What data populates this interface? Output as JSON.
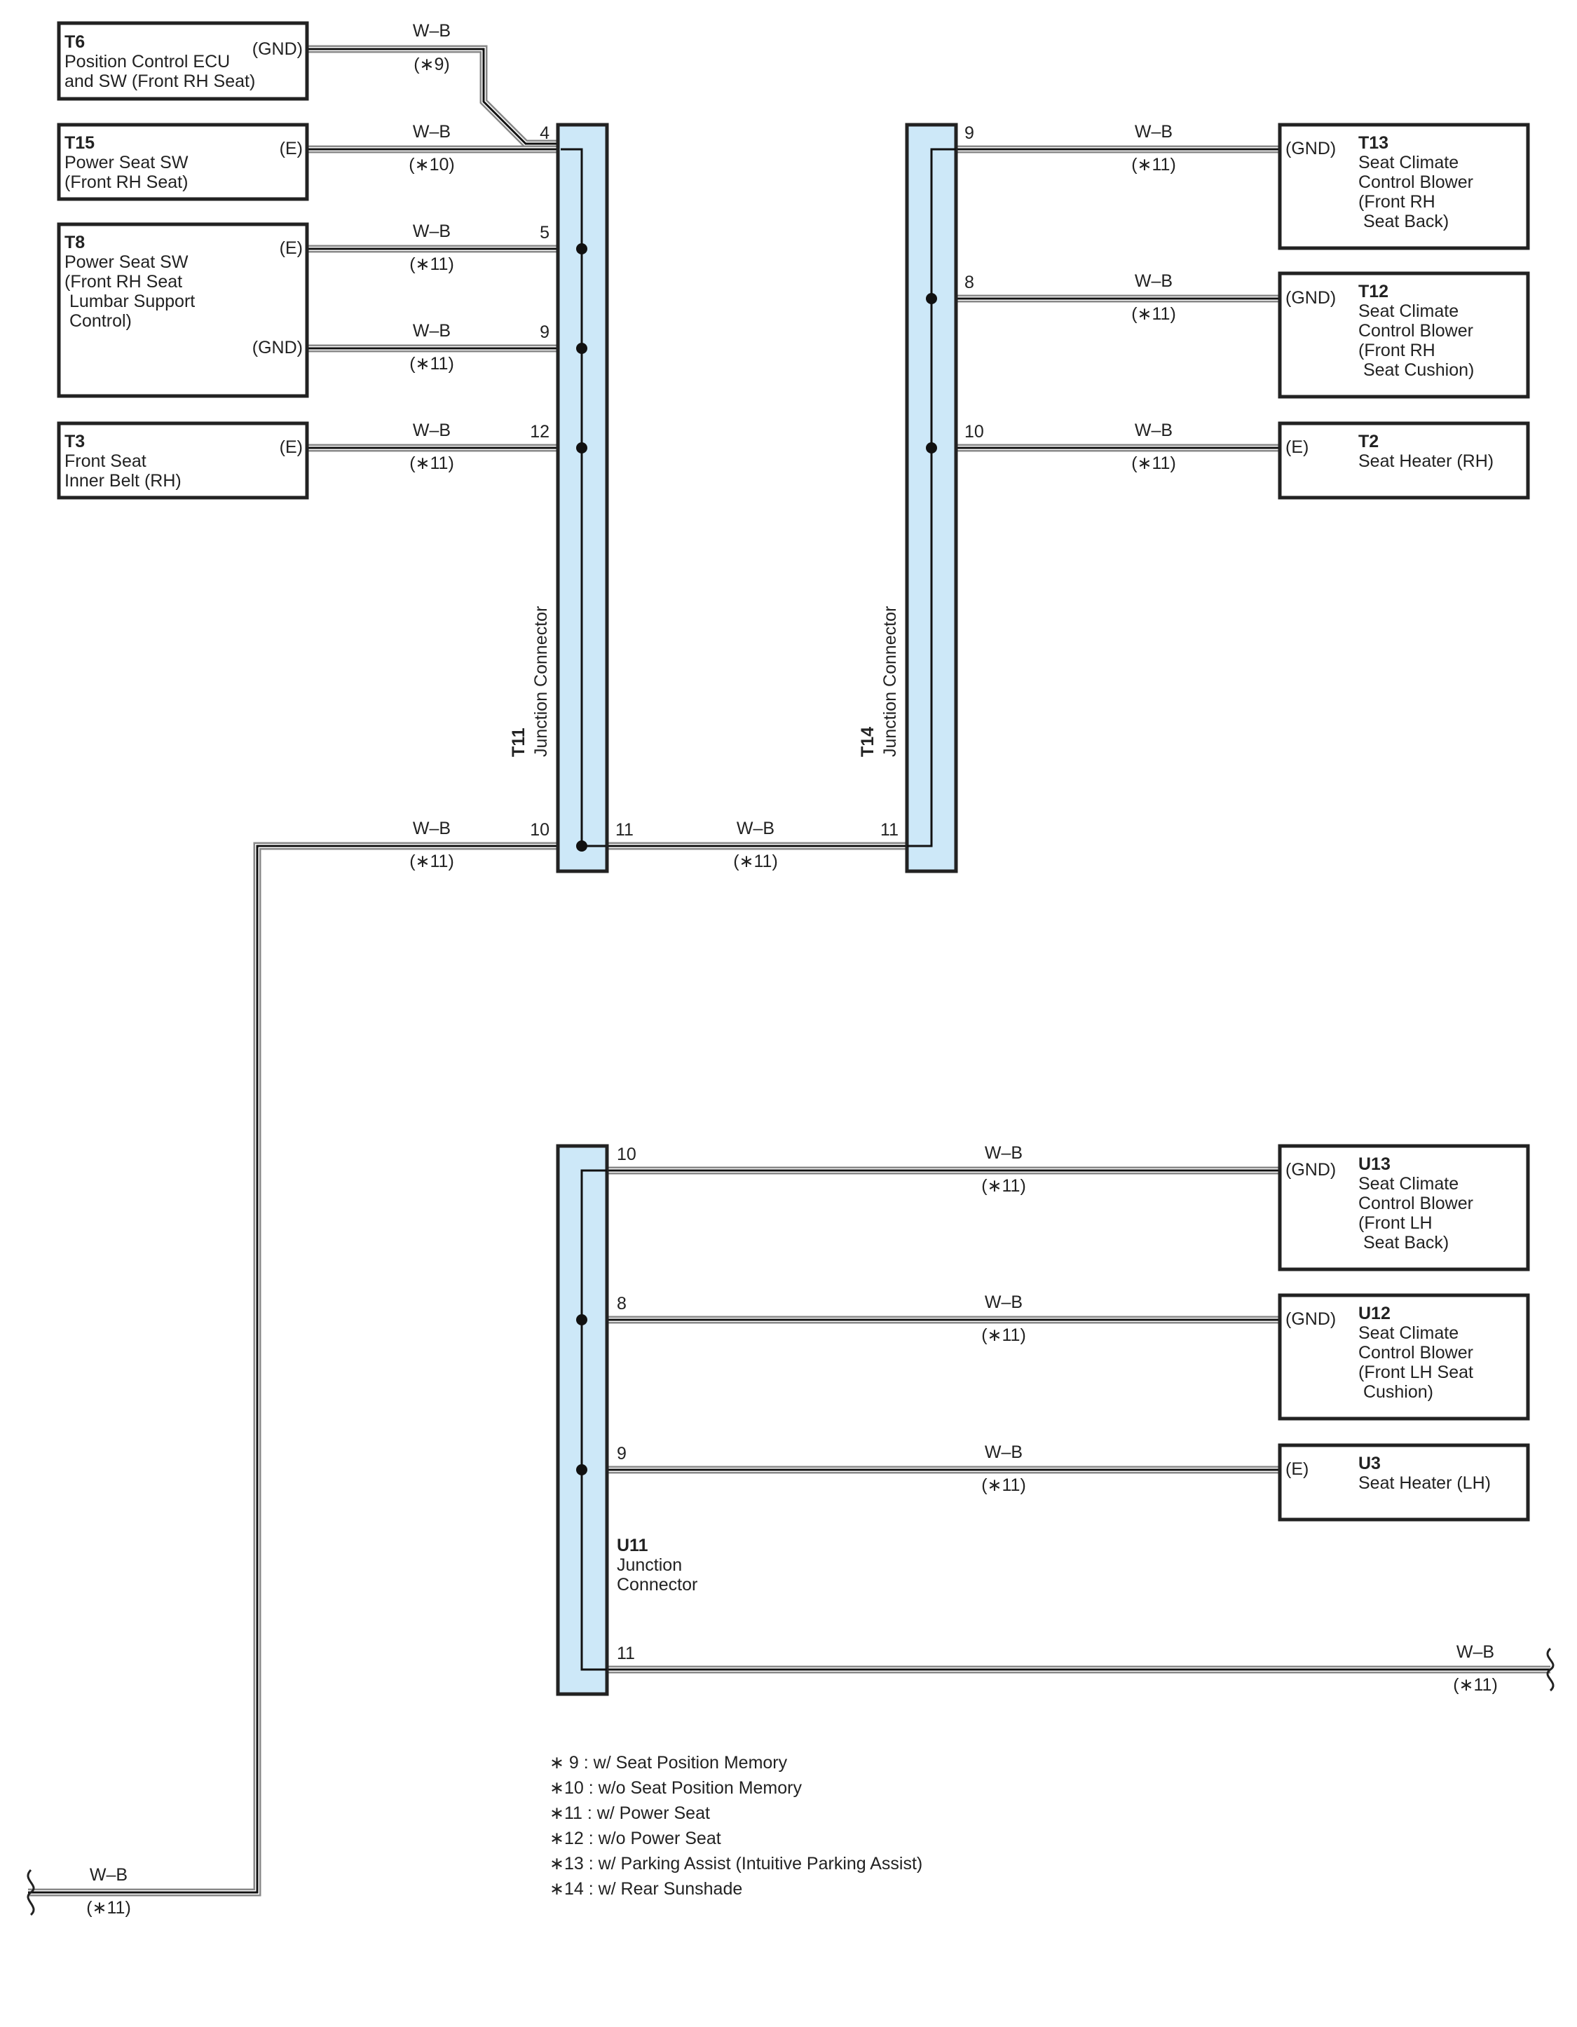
{
  "wire_color": "W–B",
  "components": {
    "T6": {
      "code": "T6",
      "terminal": "(GND)",
      "lines": [
        "Position Control ECU",
        "and SW (Front RH Seat)"
      ]
    },
    "T15": {
      "code": "T15",
      "terminal": "(E)",
      "lines": [
        "Power Seat SW",
        "(Front RH Seat)"
      ]
    },
    "T8": {
      "code": "T8",
      "terminal_1": "(E)",
      "terminal_2": "(GND)",
      "lines": [
        "Power Seat SW",
        "(Front RH Seat",
        " Lumbar Support",
        " Control)"
      ]
    },
    "T3": {
      "code": "T3",
      "terminal": "(E)",
      "lines": [
        "Front Seat",
        "Inner Belt (RH)"
      ]
    },
    "T13": {
      "code": "T13",
      "terminal": "(GND)",
      "lines": [
        "Seat Climate",
        "Control Blower",
        "(Front RH",
        " Seat Back)"
      ]
    },
    "T12": {
      "code": "T12",
      "terminal": "(GND)",
      "lines": [
        "Seat Climate",
        "Control Blower",
        "(Front RH",
        " Seat Cushion)"
      ]
    },
    "T2": {
      "code": "T2",
      "terminal": "(E)",
      "lines": [
        "Seat Heater (RH)"
      ]
    },
    "U13": {
      "code": "U13",
      "terminal": "(GND)",
      "lines": [
        "Seat Climate",
        "Control Blower",
        "(Front LH",
        " Seat Back)"
      ]
    },
    "U12": {
      "code": "U12",
      "terminal": "(GND)",
      "lines": [
        "Seat Climate",
        "Control Blower",
        "(Front LH Seat",
        " Cushion)"
      ]
    },
    "U3": {
      "code": "U3",
      "terminal": "(E)",
      "lines": [
        "Seat Heater (LH)"
      ]
    }
  },
  "junctions": {
    "T11": {
      "code": "T11",
      "name": "Junction Connector",
      "pins": [
        "4",
        "5",
        "9",
        "12",
        "10",
        "11"
      ]
    },
    "T14": {
      "code": "T14",
      "name": "Junction Connector",
      "pins": [
        "9",
        "8",
        "10",
        "11"
      ]
    },
    "U11": {
      "code": "U11",
      "name_lines": [
        "Junction",
        "Connector"
      ],
      "pins": [
        "10",
        "8",
        "9",
        "11"
      ]
    }
  },
  "wires": {
    "t6": {
      "color": "W–B",
      "option": "(∗9)"
    },
    "t15": {
      "color": "W–B",
      "option": "(∗10)"
    },
    "t8e": {
      "color": "W–B",
      "option": "(∗11)"
    },
    "t8gnd": {
      "color": "W–B",
      "option": "(∗11)"
    },
    "t3": {
      "color": "W–B",
      "option": "(∗11)"
    },
    "t11_10": {
      "color": "W–B",
      "option": "(∗11)"
    },
    "t11_t14": {
      "color": "W–B",
      "option": "(∗11)"
    },
    "t13": {
      "color": "W–B",
      "option": "(∗11)"
    },
    "t12": {
      "color": "W–B",
      "option": "(∗11)"
    },
    "t2": {
      "color": "W–B",
      "option": "(∗11)"
    },
    "u13": {
      "color": "W–B",
      "option": "(∗11)"
    },
    "u12": {
      "color": "W–B",
      "option": "(∗11)"
    },
    "u3": {
      "color": "W–B",
      "option": "(∗11)"
    },
    "u11_out": {
      "color": "W–B",
      "option": "(∗11)"
    },
    "left_out": {
      "color": "W–B",
      "option": "(∗11)"
    }
  },
  "legend": [
    "∗ 9 : w/ Seat Position Memory",
    "∗10 : w/o Seat Position Memory",
    "∗11 : w/ Power Seat",
    "∗12 : w/o Power Seat",
    "∗13 : w/ Parking Assist (Intuitive Parking Assist)",
    "∗14 : w/ Rear Sunshade"
  ]
}
